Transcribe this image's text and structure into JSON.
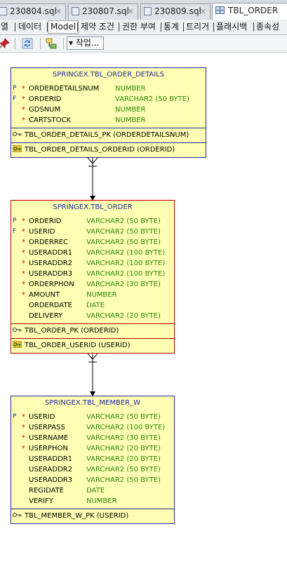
{
  "tabs": [
    {
      "label": "230804.sql",
      "icon": "sql-file-icon",
      "active": false
    },
    {
      "label": "230807.sql",
      "icon": "sql-file-icon",
      "active": false
    },
    {
      "label": "230809.sql",
      "icon": "sql-file-icon",
      "active": false
    },
    {
      "label": "TBL_ORDER",
      "icon": "table-icon",
      "active": true
    }
  ],
  "subtabs": [
    "열",
    "데이터",
    "Model",
    "제약 조건",
    "권한 부여",
    "통계",
    "트리거",
    "플래시백",
    "종속성"
  ],
  "active_subtab": "Model",
  "toolbar": {
    "actions_label": "▾ 작업...",
    "icons": [
      "pin-icon",
      "refresh-icon",
      "model-icon"
    ]
  },
  "diagram": {
    "tables": [
      {
        "name": "SPRINGEX.TBL_ORDER_DETAILS",
        "border": "#1c2a99",
        "columns": [
          {
            "key": "P",
            "required": true,
            "name": "ORDERDETAILSNUM",
            "type": "NUMBER"
          },
          {
            "key": "F",
            "required": true,
            "name": "ORDERID",
            "type": "VARCHAR2 (50 BYTE)"
          },
          {
            "key": "",
            "required": true,
            "name": "GDSNUM",
            "type": "NUMBER"
          },
          {
            "key": "",
            "required": true,
            "name": "CARTSTOCK",
            "type": "NUMBER"
          }
        ],
        "pk": "TBL_ORDER_DETAILS_PK (ORDERDETAILSNUM)",
        "fk": "TBL_ORDER_DETAILS_ORDERID (ORDERID)"
      },
      {
        "name": "SPRINGEX.TBL_ORDER",
        "border": "#b30000",
        "columns": [
          {
            "key": "P",
            "required": true,
            "name": "ORDERID",
            "type": "VARCHAR2 (50 BYTE)"
          },
          {
            "key": "F",
            "required": true,
            "name": "USERID",
            "type": "VARCHAR2 (50 BYTE)"
          },
          {
            "key": "",
            "required": true,
            "name": "ORDERREC",
            "type": "VARCHAR2 (50 BYTE)"
          },
          {
            "key": "",
            "required": true,
            "name": "USERADDR1",
            "type": "VARCHAR2 (100 BYTE)"
          },
          {
            "key": "",
            "required": true,
            "name": "USERADDR2",
            "type": "VARCHAR2 (100 BYTE)"
          },
          {
            "key": "",
            "required": true,
            "name": "USERADDR3",
            "type": "VARCHAR2 (100 BYTE)"
          },
          {
            "key": "",
            "required": true,
            "name": "ORDERPHON",
            "type": "VARCHAR2 (30 BYTE)"
          },
          {
            "key": "",
            "required": true,
            "name": "AMOUNT",
            "type": "NUMBER"
          },
          {
            "key": "",
            "required": false,
            "name": "ORDERDATE",
            "type": "DATE"
          },
          {
            "key": "",
            "required": false,
            "name": "DELIVERY",
            "type": "VARCHAR2 (20 BYTE)"
          }
        ],
        "pk": "TBL_ORDER_PK (ORDERID)",
        "fk": "TBL_ORDER_USERID (USERID)"
      },
      {
        "name": "SPRINGEX.TBL_MEMBER_W",
        "border": "#1c2a99",
        "columns": [
          {
            "key": "P",
            "required": true,
            "name": "USERID",
            "type": "VARCHAR2 (50 BYTE)"
          },
          {
            "key": "",
            "required": true,
            "name": "USERPASS",
            "type": "VARCHAR2 (100 BYTE)"
          },
          {
            "key": "",
            "required": true,
            "name": "USERNAME",
            "type": "VARCHAR2 (30 BYTE)"
          },
          {
            "key": "",
            "required": true,
            "name": "USERPHON",
            "type": "VARCHAR2 (20 BYTE)"
          },
          {
            "key": "",
            "required": false,
            "name": "USERADDR1",
            "type": "VARCHAR2 (20 BYTE)"
          },
          {
            "key": "",
            "required": false,
            "name": "USERADDR2",
            "type": "VARCHAR2 (50 BYTE)"
          },
          {
            "key": "",
            "required": false,
            "name": "USERADDR3",
            "type": "VARCHAR2 (50 BYTE)"
          },
          {
            "key": "",
            "required": false,
            "name": "REGIDATE",
            "type": "DATE"
          },
          {
            "key": "",
            "required": false,
            "name": "VERIFY",
            "type": "NUMBER"
          }
        ],
        "pk": "TBL_MEMBER_W_PK (USERID)",
        "fk": ""
      }
    ],
    "colors": {
      "title": "#1c2a99",
      "type": "#2a8a10",
      "required_marker": "#dd0000",
      "fill": "#ffffb3"
    }
  }
}
